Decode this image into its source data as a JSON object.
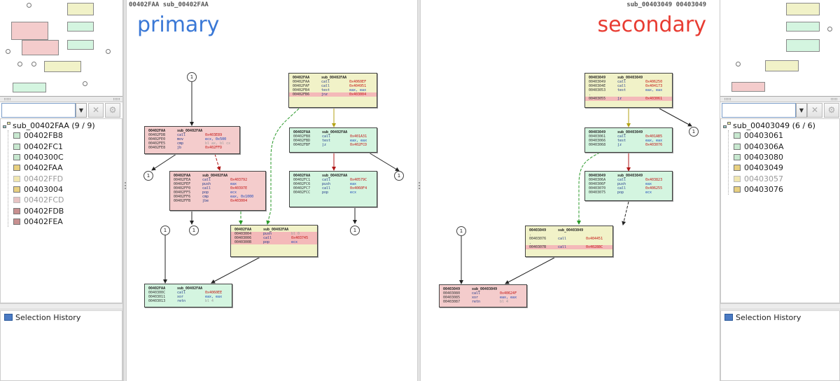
{
  "left_panel": {
    "search_value": "",
    "tree_root": "sub_00402FAA (9 / 9)",
    "items": [
      {
        "label": "00402FB8",
        "color": "#c8e8d0",
        "dim": false
      },
      {
        "label": "00402FC1",
        "color": "#c8e8d0",
        "dim": false
      },
      {
        "label": "0040300C",
        "color": "#c8e8d0",
        "dim": false
      },
      {
        "label": "00402FAA",
        "color": "#e8d080",
        "dim": false
      },
      {
        "label": "00402FFD",
        "color": "#f0e6b0",
        "dim": true
      },
      {
        "label": "00403004",
        "color": "#e8d080",
        "dim": false
      },
      {
        "label": "00402FCD",
        "color": "#e8c4c4",
        "dim": true
      },
      {
        "label": "00402FDB",
        "color": "#c89090",
        "dim": false
      },
      {
        "label": "00402FEA",
        "color": "#c89090",
        "dim": false
      }
    ],
    "history_label": "Selection History"
  },
  "right_panel": {
    "search_value": "",
    "tree_root": "sub_00403049 (6 / 6)",
    "items": [
      {
        "label": "00403061",
        "color": "#c8e8d0",
        "dim": false
      },
      {
        "label": "0040306A",
        "color": "#c8e8d0",
        "dim": false
      },
      {
        "label": "00403080",
        "color": "#c8e8d0",
        "dim": false
      },
      {
        "label": "00403049",
        "color": "#e8d080",
        "dim": false
      },
      {
        "label": "00403057",
        "color": "#f0e6b0",
        "dim": true
      },
      {
        "label": "00403076",
        "color": "#e8d080",
        "dim": false
      }
    ],
    "history_label": "Selection History"
  },
  "primary_graph": {
    "header": "00402FAA sub_00402FAA",
    "title": "primary",
    "title_color": "#3a78d6",
    "ext_label": "1",
    "blocks": [
      {
        "id": "p1",
        "color": "yel",
        "title": [
          "00402FAA",
          "sub_00402FAA"
        ],
        "rows": [
          [
            "00402FAA",
            "call",
            "0x4060EF",
            "o",
            ""
          ],
          [
            "00402FAF",
            "call",
            "0x404951",
            "o",
            ""
          ],
          [
            "00402FB4",
            "test",
            "eax, eax",
            "ob",
            ""
          ],
          [
            "00402FB6",
            "jnz",
            "0x403004",
            "o",
            "hl"
          ]
        ]
      },
      {
        "id": "p2",
        "color": "red",
        "title": [
          "00402FAA",
          "sub_00402FAA"
        ],
        "rows": [
          [
            "00402FDB",
            "call",
            "0x403E89",
            "o",
            ""
          ],
          [
            "00402FE0",
            "mov",
            "ecx, 0x500",
            "ob",
            ""
          ],
          [
            "00402FE5",
            "cmp",
            "bl ax, bl cx",
            "oc",
            ""
          ],
          [
            "00402FE8",
            "jb",
            "0x402FFD",
            "o",
            ""
          ]
        ]
      },
      {
        "id": "p3",
        "color": "grn",
        "title": [
          "00402FAA",
          "sub_00402FAA"
        ],
        "rows": [
          [
            "00402FB8",
            "call",
            "0x401A31",
            "o",
            ""
          ],
          [
            "00402FBD",
            "test",
            "eax, eax",
            "ob",
            ""
          ],
          [
            "00402FBF",
            "jz",
            "0x402FCD",
            "o",
            ""
          ]
        ]
      },
      {
        "id": "p4",
        "color": "red",
        "title": [
          "00402FAA",
          "sub_00402FAA"
        ],
        "rows": [
          [
            "00402FEA",
            "call",
            "0x403792",
            "o",
            ""
          ],
          [
            "00402FEF",
            "push",
            "eax",
            "ob",
            ""
          ],
          [
            "00402FF0",
            "call",
            "0x40397E",
            "o",
            ""
          ],
          [
            "00402FF5",
            "pop",
            "ecx",
            "ob",
            ""
          ],
          [
            "00402FF6",
            "cmp",
            "eax, 0x1000",
            "ob",
            ""
          ],
          [
            "00402FFB",
            "jbe",
            "0x403004",
            "o",
            ""
          ]
        ]
      },
      {
        "id": "p5",
        "color": "grn",
        "title": [
          "00402FAA",
          "sub_00402FAA"
        ],
        "rows": [
          [
            "00402FC1",
            "call",
            "0x40579C",
            "o",
            ""
          ],
          [
            "00402FC6",
            "push",
            "eax",
            "ob",
            ""
          ],
          [
            "00402FC7",
            "call",
            "0x4060F4",
            "o",
            ""
          ],
          [
            "00402FCC",
            "pop",
            "ecx",
            "ob",
            ""
          ]
        ]
      },
      {
        "id": "p6",
        "color": "yel",
        "title": [
          "00402FAA",
          "sub_00402FAA"
        ],
        "rows": [
          [
            "00403004",
            "push",
            "bl 0",
            "oc",
            "hl"
          ],
          [
            "00403006",
            "call",
            "0x403745",
            "o",
            "hl"
          ],
          [
            "0040300B",
            "pop",
            "ecx",
            "ob",
            "hl"
          ]
        ]
      },
      {
        "id": "p7",
        "color": "grn",
        "title": [
          "00402FAA",
          "sub_00402FAA"
        ],
        "rows": [
          [
            "0040300C",
            "call",
            "0x4060EE",
            "o",
            ""
          ],
          [
            "00403011",
            "xor",
            "eax, eax",
            "ob",
            ""
          ],
          [
            "00403013",
            "retn",
            "bl 4",
            "oc",
            ""
          ]
        ]
      }
    ]
  },
  "secondary_graph": {
    "header": "sub_00403049 00403049",
    "title": "secondary",
    "title_color": "#e83c32",
    "ext_label": "1",
    "blocks": [
      {
        "id": "s1",
        "color": "yel",
        "title": [
          "00403049",
          "sub_00403049"
        ],
        "rows": [
          [
            "00403049",
            "call",
            "0x406250",
            "o",
            ""
          ],
          [
            "0040304E",
            "call",
            "0x404173",
            "o",
            ""
          ],
          [
            "00403053",
            "test",
            "eax, eax",
            "ob",
            ""
          ],
          [
            "",
            ".",
            "",
            ""
          ],
          [
            "00403055",
            "jz",
            "0x403061",
            "o",
            "hl"
          ]
        ]
      },
      {
        "id": "s2",
        "color": "grn",
        "title": [
          "00403049",
          "sub_00403049"
        ],
        "rows": [
          [
            "00403061",
            "call",
            "0x401AB5",
            "o",
            ""
          ],
          [
            "00403066",
            "test",
            "eax, eax",
            "ob",
            ""
          ],
          [
            "00403068",
            "jz",
            "0x403076",
            "o",
            ""
          ]
        ]
      },
      {
        "id": "s3",
        "color": "grn",
        "title": [
          "00403049",
          "sub_00403049"
        ],
        "rows": [
          [
            "0040306A",
            "call",
            "0x403823",
            "o",
            ""
          ],
          [
            "0040306F",
            "push",
            "eax",
            "ob",
            ""
          ],
          [
            "00403070",
            "call",
            "0x406255",
            "o",
            ""
          ],
          [
            "00403075",
            "pop",
            "ecx",
            "ob",
            ""
          ]
        ]
      },
      {
        "id": "s4",
        "color": "yel",
        "title": [
          "00403049",
          "sub_00403049"
        ],
        "rows": [
          [
            "",
            ".",
            "",
            ""
          ],
          [
            "00403076",
            "call",
            "0x404451",
            "o",
            ""
          ],
          [
            "",
            ".",
            "",
            ""
          ],
          [
            "0040307B",
            "call",
            "0x40288C",
            "o",
            "hl"
          ]
        ]
      },
      {
        "id": "s5",
        "color": "red",
        "title": [
          "00403049",
          "sub_00403049"
        ],
        "rows": [
          [
            "00403080",
            "call",
            "0x40624F",
            "o",
            ""
          ],
          [
            "00403085",
            "xor",
            "eax, eax",
            "ob",
            ""
          ],
          [
            "00403087",
            "retn",
            "bl 4",
            "oc",
            ""
          ]
        ]
      }
    ]
  }
}
